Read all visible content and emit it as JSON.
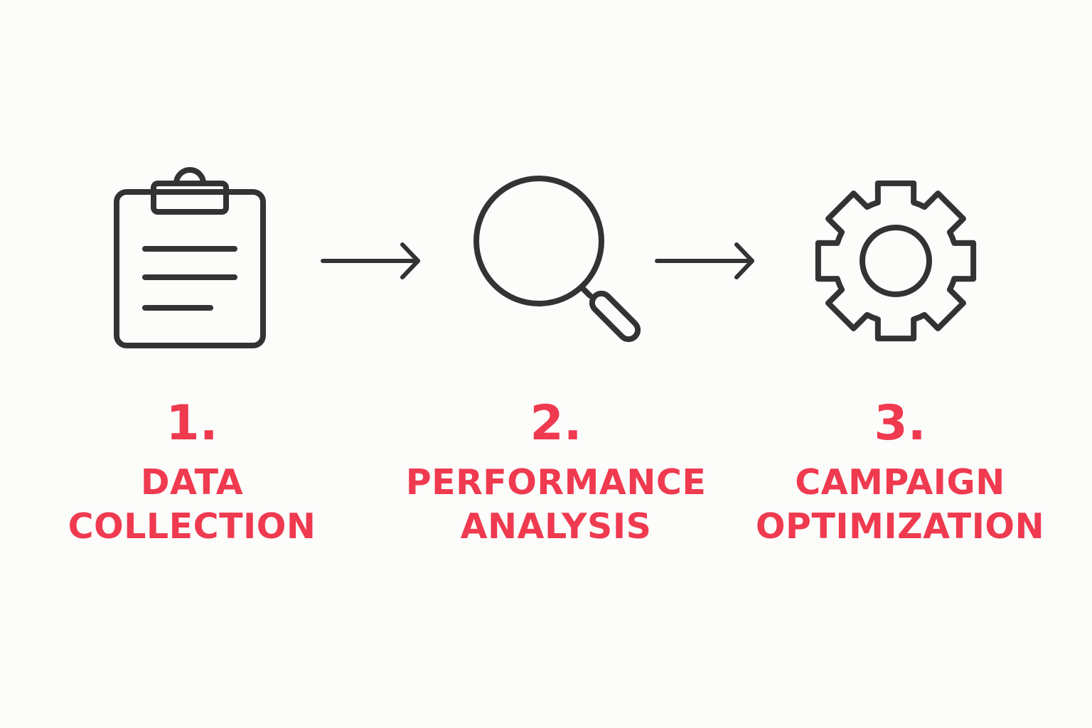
{
  "colors": {
    "background": "#fcfcfb",
    "icon_stroke": "#333333",
    "accent": "#ef3a4f"
  },
  "steps": [
    {
      "icon": "clipboard-icon",
      "number": "1.",
      "label_lines": [
        "DATA",
        "COLLECTION"
      ]
    },
    {
      "icon": "magnifying-glass-icon",
      "number": "2.",
      "label_lines": [
        "PERFORMANCE",
        "ANALYSIS"
      ]
    },
    {
      "icon": "gear-icon",
      "number": "3.",
      "label_lines": [
        "CAMPAIGN",
        "OPTIMIZATION"
      ]
    }
  ],
  "connectors": [
    {
      "icon": "arrow-right-icon",
      "from": 1,
      "to": 2
    },
    {
      "icon": "arrow-right-icon",
      "from": 2,
      "to": 3
    }
  ]
}
